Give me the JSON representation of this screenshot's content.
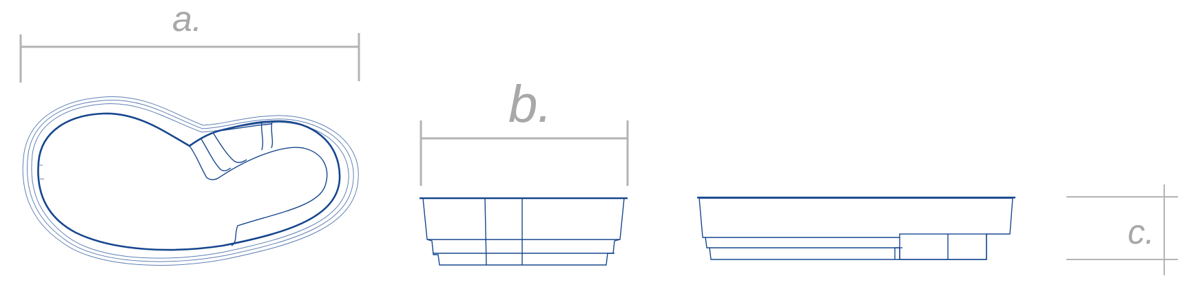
{
  "dimensions": {
    "a_label": "a.",
    "b_label": "b.",
    "c_label": "c."
  },
  "colors": {
    "dimension_line": "#b3b3b3",
    "pool_outline": "#16468e",
    "pool_fill": "#eeeeee",
    "background": "#ffffff"
  }
}
